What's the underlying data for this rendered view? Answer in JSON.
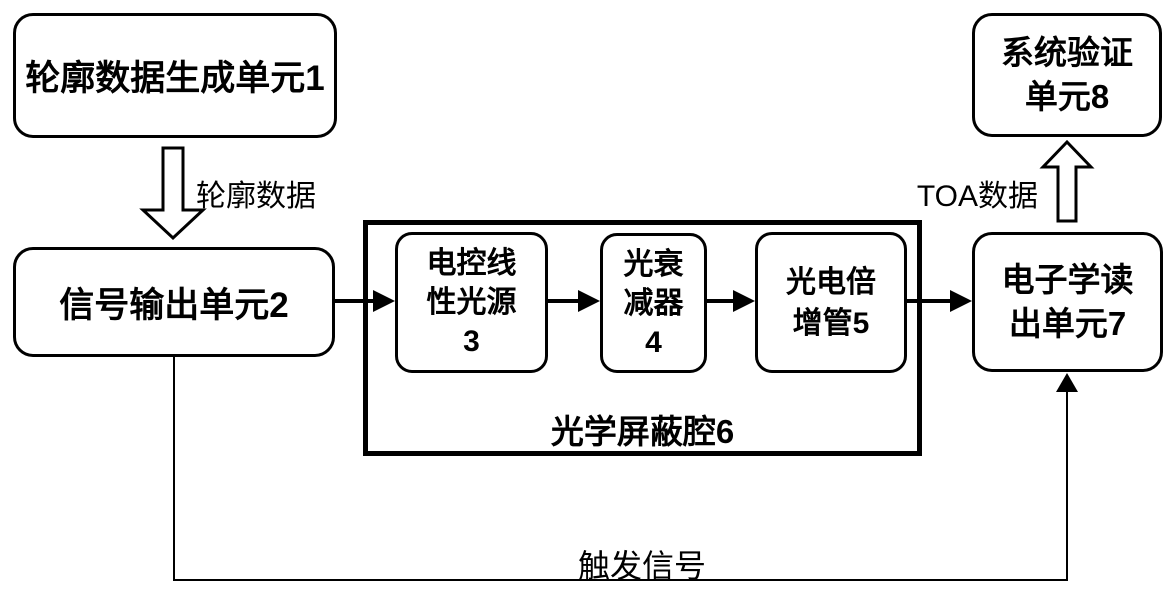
{
  "diagram": {
    "nodes": {
      "unit1": {
        "label": "轮廓数据生成单元1"
      },
      "unit2": {
        "label": "信号输出单元2"
      },
      "unit3": {
        "lines": [
          "电控线",
          "性光源",
          "3"
        ]
      },
      "unit4": {
        "lines": [
          "光衰",
          "减器",
          "4"
        ]
      },
      "unit5": {
        "lines": [
          "光电倍",
          "增管5"
        ]
      },
      "cavity6": {
        "label": "光学屏蔽腔6"
      },
      "unit7": {
        "lines": [
          "电子学读",
          "出单元7"
        ]
      },
      "unit8": {
        "lines": [
          "系统验证",
          "单元8"
        ]
      }
    },
    "edge_labels": {
      "profile_data": "轮廓数据",
      "toa_data": "TOA数据",
      "trigger_signal": "触发信号"
    },
    "colors": {
      "line": "#000000",
      "background": "#ffffff"
    }
  }
}
